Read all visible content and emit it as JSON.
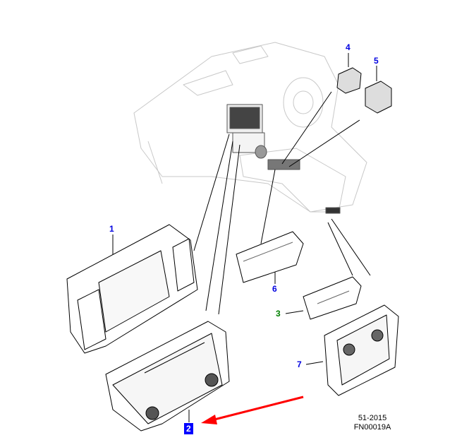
{
  "callouts": [
    {
      "id": "1",
      "label": "1",
      "color": "#0000e0"
    },
    {
      "id": "2",
      "label": "2",
      "color": "#0000e0",
      "selected": true
    },
    {
      "id": "3",
      "label": "3",
      "color": "#008000"
    },
    {
      "id": "4",
      "label": "4",
      "color": "#0000e0"
    },
    {
      "id": "5",
      "label": "5",
      "color": "#0000e0"
    },
    {
      "id": "6",
      "label": "6",
      "color": "#0000e0"
    },
    {
      "id": "7",
      "label": "7",
      "color": "#0000e0"
    }
  ],
  "footer": {
    "date_code": "51-2015",
    "figure_number": "FN00019A"
  },
  "colors": {
    "arrow": "#ff0000",
    "selection": "#0000ff"
  }
}
